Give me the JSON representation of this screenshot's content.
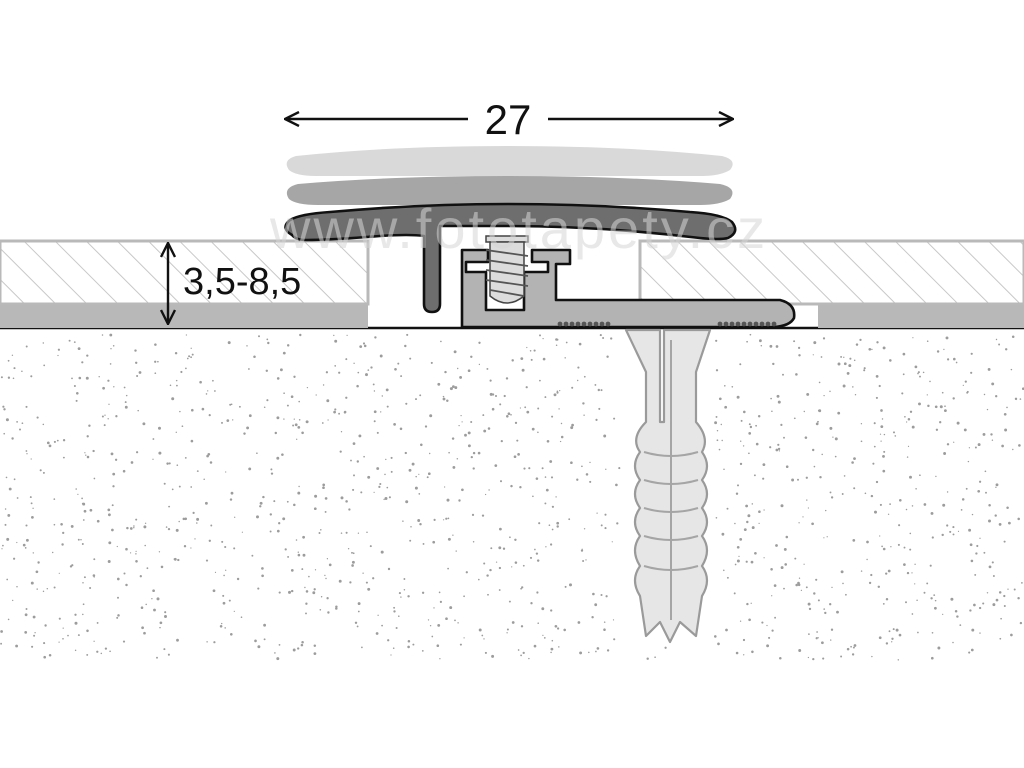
{
  "dimensions": {
    "width_label": "27",
    "height_label": "3,5-8,5"
  },
  "watermark": {
    "text": "www.fototapety.cz"
  },
  "colors": {
    "stroke": "#111111",
    "cap_light": "#d9d9d9",
    "cap_mid": "#a6a6a6",
    "profile_dark": "#6e6e6e",
    "base_profile": "#b3b3b3",
    "floor_hatch": "#cfcfcf",
    "underlay": "#b5b5b5",
    "screw": "#dcdcdc",
    "dowel": "#e6e6e6",
    "concrete_dot": "#9c9c9c"
  }
}
